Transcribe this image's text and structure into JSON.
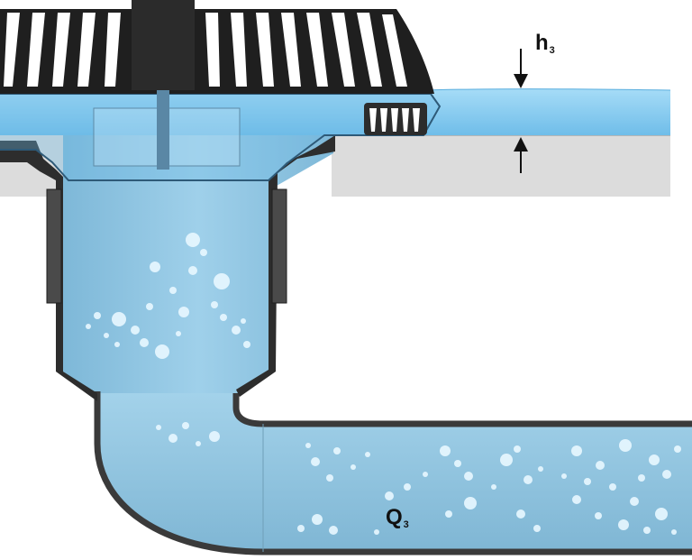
{
  "labels": {
    "head_main": "h",
    "head_sub": "3",
    "flow_main": "Q",
    "flow_sub": "3"
  },
  "icons": [
    "arrow-down-icon",
    "arrow-up-icon"
  ],
  "colors": {
    "water": "#7fc7ee",
    "water_in_pipe": "#8fc4df",
    "water_light": "#c6e6f6",
    "drain_body": "#2b2b2b",
    "pipe_wall": "#3a3a3a",
    "roof_slab": "#dcdcdc",
    "bubbles": "#e8f7ff"
  }
}
